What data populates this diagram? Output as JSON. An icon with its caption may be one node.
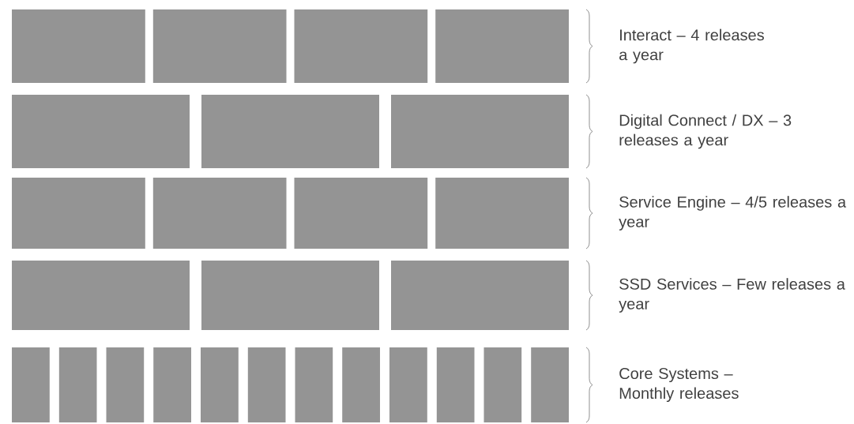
{
  "diagram": {
    "labels": [
      "Interact – 4 releases a year",
      "Digital Connect / DX – 3 releases a year",
      "Service Engine – 4/5 releases a year",
      "SSD Services – Few releases a year",
      "Core Systems – Monthly releases"
    ]
  }
}
